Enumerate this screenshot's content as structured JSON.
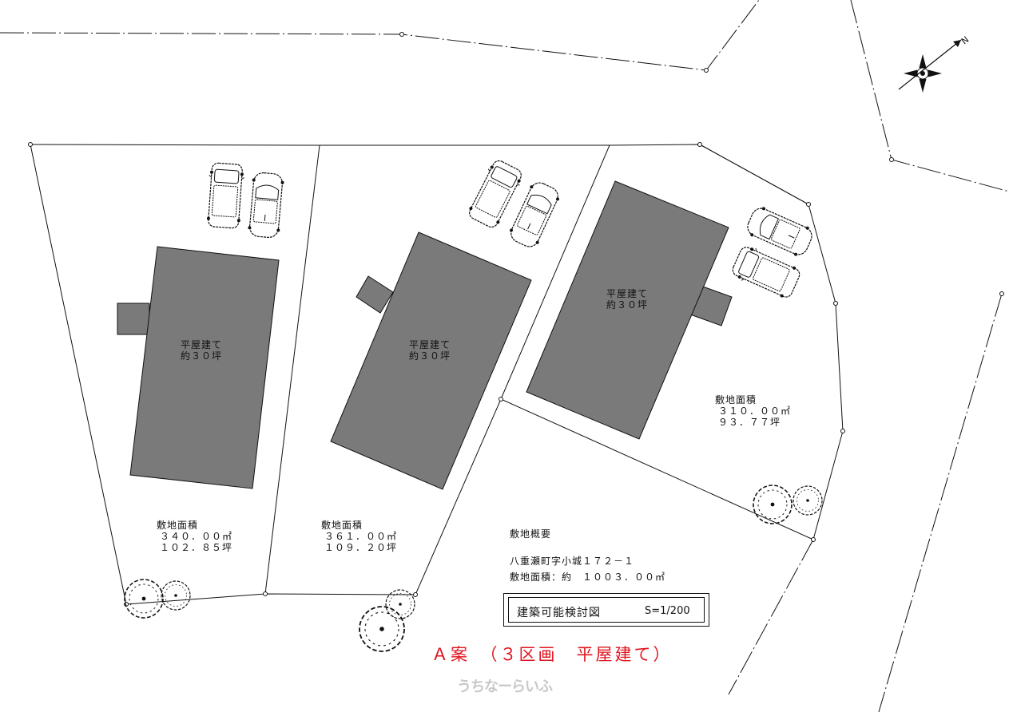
{
  "lots": [
    {
      "house_label": "平屋建て",
      "house_size": "約３０坪",
      "area_title": "敷地面積",
      "area_m2": "３４０．００㎡",
      "area_tsubo": "１０２．８５坪"
    },
    {
      "house_label": "平屋建て",
      "house_size": "約３０坪",
      "area_title": "敷地面積",
      "area_m2": "３６１．００㎡",
      "area_tsubo": "１０９．２０坪"
    },
    {
      "house_label": "平屋建て",
      "house_size": "約３０坪",
      "area_title": "敷地面積",
      "area_m2": "３１０．００㎡",
      "area_tsubo": "９３．７７坪"
    }
  ],
  "summary": {
    "heading": "敷地概要",
    "address": "八重瀬町字小城１７２－１",
    "total_area": "敷地面積：約　１００３．００㎡"
  },
  "title_block": {
    "title": "建築可能検討図",
    "scale": "S=1/200"
  },
  "caption": "Ａ案　（３区画　平屋建て）",
  "watermark": "うちなーらいふ",
  "colors": {
    "house": "#7a7a7a",
    "line": "#111111",
    "caption": "#e0141e"
  }
}
